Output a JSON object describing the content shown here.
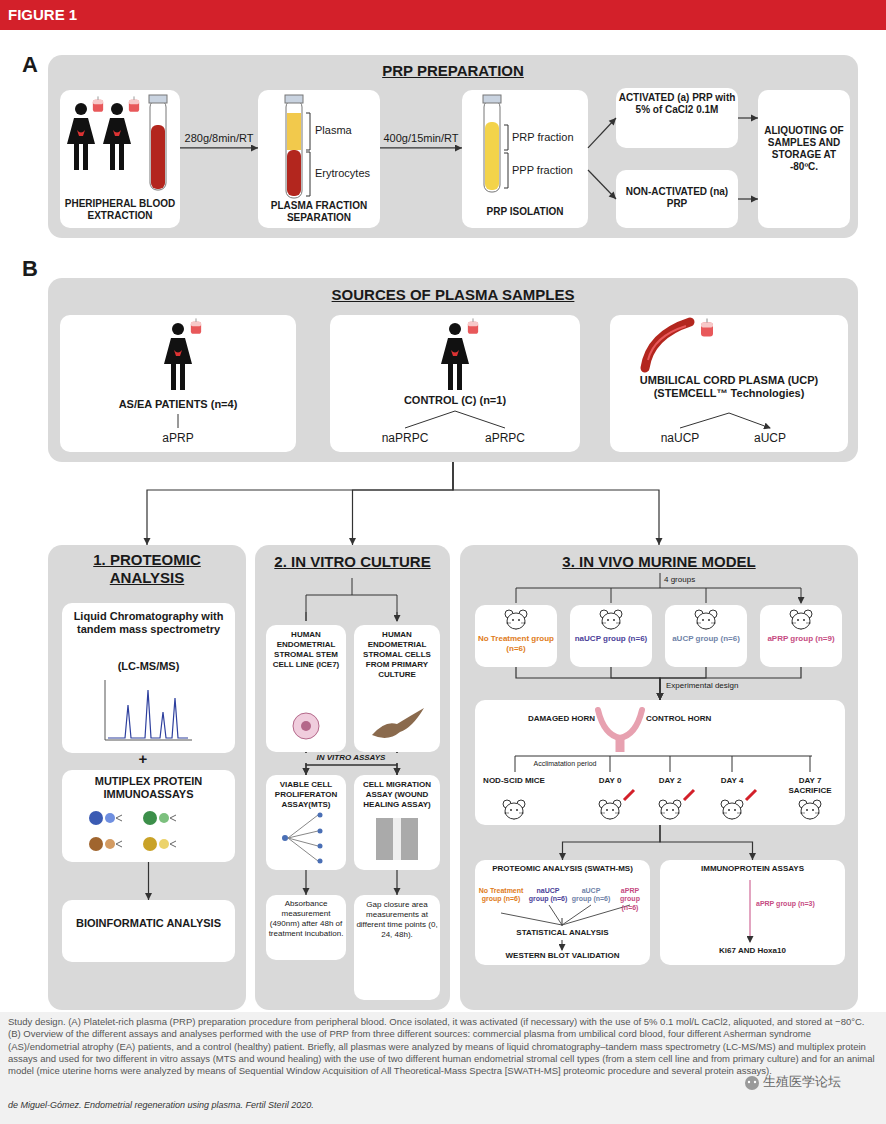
{
  "diagram": {
    "title": "FIGURE 1",
    "caption": "Study design. (A) Platelet-rich plasma (PRP) preparation procedure from peripheral blood. Once isolated, it was activated (if necessary) with the use of 5% 0.1 mol/L CaCl2, aliquoted, and stored at −80°C. (B) Overview of the different assays and analyses performed with the use of PRP from three different sources: commercial plasma from umbilical cord blood, four different Asherman syndrome (AS)/endometrial atrophy (EA) patients, and a control (healthy) patient. Briefly, all plasmas were analyzed by means of liquid chromatography–tandem mass spectrometry (LC-MS/MS) and multiplex protein assays and used for two different in vitro assays (MTS and wound healing) with the use of two different human endometrial stromal cell types (from a stem cell line and from primary culture) and for an animal model (mice uterine horns were analyzed by means of Sequential Window Acquisition of All Theoretical-Mass Spectra [SWATH-MS] proteomic procedure and several protein assays).",
    "nodes": [
      {
        "text": [
          "A",
          "PRP PREPARATION"
        ]
      },
      {
        "text": [
          "PHERIPHERAL BLOOD EXTRACTION"
        ],
        "in": 0
      },
      {
        "text": [
          "Plasma",
          "Erytrocytes",
          "PLASMA FRACTION SEPARATION"
        ],
        "in": 0
      },
      {
        "text": [
          "PRP fraction",
          "PPP fraction",
          "PRP ISOLATION"
        ],
        "in": 0
      },
      {
        "text": [
          "ACTIVATED (a) PRP with 5% of CaCl2 0.1M"
        ],
        "in": 0
      },
      {
        "text": [
          "NON-ACTIVATED (na) PRP"
        ],
        "in": 0
      },
      {
        "text": [
          "ALIQUOTING OF SAMPLES AND STORAGE AT -80ºC."
        ],
        "in": 0
      },
      {
        "text": [
          "B",
          "SOURCES OF PLASMA SAMPLES"
        ]
      },
      {
        "text": [
          "AS/EA PATIENTS (n=4)",
          "aPRP"
        ],
        "in": 7
      },
      {
        "text": [
          "CONTROL (C) (n=1)",
          "naPRPC",
          "aPRPC"
        ],
        "in": 7
      },
      {
        "text": [
          "UMBILICAL CORD PLASMA (UCP) (STEMCELL™ Technologies)",
          "naUCP",
          "aUCP"
        ],
        "in": 7
      },
      {
        "text": [
          "1. PROTEOMIC ANALYSIS"
        ]
      },
      {
        "text": [
          "Liquid Chromatography with tandem mass spectrometry",
          "(LC-MS/MS)"
        ],
        "in": 11
      },
      {
        "text": [
          "MUTIPLEX PROTEIN IMMUNOASSAYS"
        ],
        "in": 11
      },
      {
        "text": [
          "BIOINFORMATIC ANALYSIS"
        ],
        "in": 11
      },
      {
        "text": [
          "2. IN VITRO CULTURE"
        ]
      },
      {
        "text": [
          "HUMAN ENDOMETRIAL STROMAL STEM CELL LINE (ICE7)"
        ],
        "in": 15
      },
      {
        "text": [
          "HUMAN ENDOMETRIAL STROMAL CELLS FROM PRIMARY CULTURE"
        ],
        "in": 15
      },
      {
        "text": [
          "VIABLE CELL PROLIFERATON ASSAY(MTS)"
        ],
        "in": 15
      },
      {
        "text": [
          "CELL MIGRATION ASSAY (WOUND HEALING ASSAY)"
        ],
        "in": 15
      },
      {
        "text": [
          "Absorbance measurement (490nm) after 48h of treatment incubation."
        ],
        "in": 15
      },
      {
        "text": [
          "Gap closure area measurements at different time points (0, 24, 48h)."
        ],
        "in": 15
      },
      {
        "text": [
          "3. IN VIVO MURINE MODEL"
        ]
      },
      {
        "text": [
          "No Treatment group (n=6)"
        ],
        "in": 22
      },
      {
        "text": [
          "naUCP group (n=6)"
        ],
        "in": 22
      },
      {
        "text": [
          "aUCP group (n=6)"
        ],
        "in": 22
      },
      {
        "text": [
          "aPRP group (n=9)"
        ],
        "in": 22
      },
      {
        "text": [
          "DAMAGED HORN",
          "CONTROL HORN",
          "Acclimatation period",
          "NOD-SCID MICE",
          "DAY 0",
          "DAY 2",
          "DAY 4",
          "DAY 7 SACRIFICE"
        ],
        "in": 22
      },
      {
        "text": [
          "PROTEOMIC ANALYSIS (SWATH-MS)",
          "No Treatment group (n=6)",
          "naUCP group (n=6)",
          "aUCP group (n=6)",
          "aPRP group (n=6)",
          "STATISTICAL ANALYSIS",
          "WESTERN BLOT VALIDATION"
        ],
        "in": 22
      },
      {
        "text": [
          "IMMUNOPROTEIN ASSAYS",
          "aPRP group (n=3)",
          "Ki67 AND Hoxa10"
        ],
        "in": 22
      }
    ],
    "edges": [
      {
        "from": 1,
        "to": 2,
        "arrow": "to",
        "label": "280g/8min/RT"
      },
      {
        "from": 2,
        "to": 3,
        "arrow": "to",
        "label": "400g/15min/RT"
      },
      {
        "from": 3,
        "to": 4,
        "arrow": "to"
      },
      {
        "from": 3,
        "to": 5,
        "arrow": "to"
      },
      {
        "from": 4,
        "to": 6,
        "arrow": "to"
      },
      {
        "from": 5,
        "to": 6,
        "arrow": "to"
      },
      {
        "from": 7,
        "to": 11,
        "arrow": "to"
      },
      {
        "from": 7,
        "to": 15,
        "arrow": "to"
      },
      {
        "from": 7,
        "to": 22,
        "arrow": "to"
      },
      {
        "from": 13,
        "to": 14,
        "arrow": "to"
      },
      {
        "from": 16,
        "to": 18,
        "arrow": "to"
      },
      {
        "from": 16,
        "to": 19,
        "arrow": "to"
      },
      {
        "from": 17,
        "to": 18,
        "arrow": "to"
      },
      {
        "from": 17,
        "to": 19,
        "arrow": "to"
      },
      {
        "from": 18,
        "to": 20,
        "arrow": "to"
      },
      {
        "from": 19,
        "to": 21,
        "arrow": "to"
      },
      {
        "from": 23,
        "to": 27,
        "arrow": "to"
      },
      {
        "from": 24,
        "to": 27,
        "arrow": "to"
      },
      {
        "from": 25,
        "to": 27,
        "arrow": "to"
      },
      {
        "from": 26,
        "to": 27,
        "arrow": "to"
      },
      {
        "from": 27,
        "to": 28,
        "arrow": "to"
      },
      {
        "from": 27,
        "to": 29,
        "arrow": "to"
      }
    ],
    "labels": [
      "+",
      "IN VITRO ASSAYS",
      "4 groups",
      "Experimental design",
      "de Miguel-Gómez. Endometrial regeneration using plasma. Fertil Steril 2020.",
      "生殖医学论坛"
    ]
  }
}
